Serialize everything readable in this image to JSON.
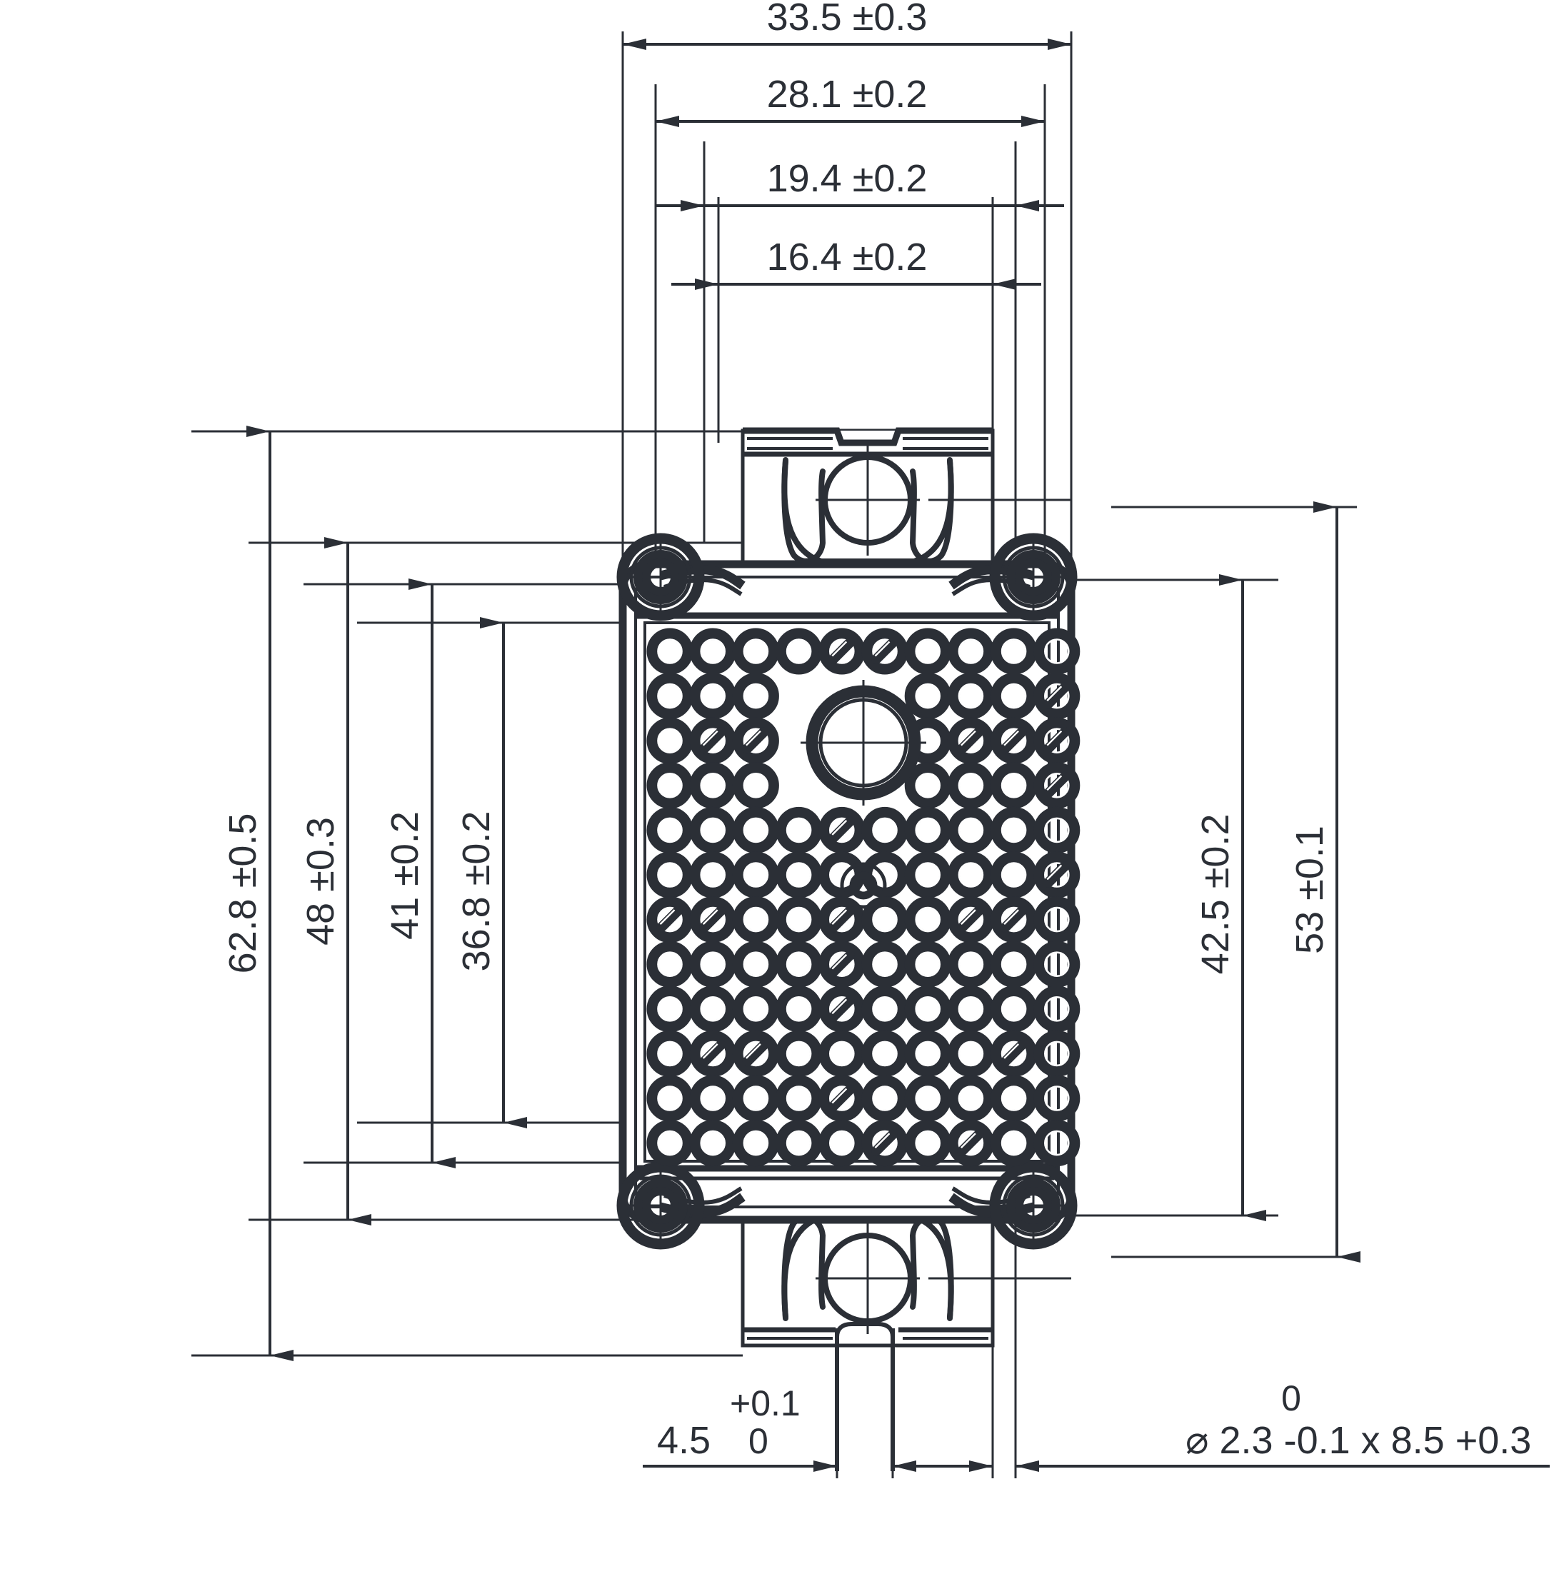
{
  "drawing": {
    "type": "engineering-dimension-drawing",
    "title": "Connector housing / pin-grid module outline drawing",
    "units": "mm",
    "line_color": "#2b2f36",
    "background": "#ffffff"
  },
  "dimensions": {
    "horizontal": [
      {
        "id": "dim-33-5",
        "label": "33.5 ±0.3",
        "value": 33.5,
        "tolerance": "±0.3"
      },
      {
        "id": "dim-28-1",
        "label": "28.1 ±0.2",
        "value": 28.1,
        "tolerance": "±0.2"
      },
      {
        "id": "dim-19-4",
        "label": "19.4 ±0.2",
        "value": 19.4,
        "tolerance": "±0.2"
      },
      {
        "id": "dim-16-4",
        "label": "16.4 ±0.2",
        "value": 16.4,
        "tolerance": "±0.2"
      }
    ],
    "vertical_left": [
      {
        "id": "dim-62-8",
        "label": "62.8 ±0.5",
        "value": 62.8,
        "tolerance": "±0.5"
      },
      {
        "id": "dim-48",
        "label": "48 ±0.3",
        "value": 48,
        "tolerance": "±0.3"
      },
      {
        "id": "dim-41",
        "label": "41 ±0.2",
        "value": 41,
        "tolerance": "±0.2"
      },
      {
        "id": "dim-36-8",
        "label": "36.8 ±0.2",
        "value": 36.8,
        "tolerance": "±0.2"
      }
    ],
    "vertical_right": [
      {
        "id": "dim-42-5",
        "label": "42.5 ±0.2",
        "value": 42.5,
        "tolerance": "±0.2"
      },
      {
        "id": "dim-53",
        "label": "53 ±0.1",
        "value": 53,
        "tolerance": "±0.1"
      }
    ],
    "bottom_left_note": {
      "id": "note-4-5",
      "value": "4.5",
      "tol_upper": "+0.1",
      "tol_lower": "0"
    },
    "bottom_right_note": {
      "id": "note-dia-2-3",
      "tol_upper": "0",
      "text": "⌀ 2.3 -0.1 x 8.5 +0.3",
      "diameter_symbol": "⌀",
      "diameter": "2.3",
      "diameter_tol_lower": "-0.1",
      "separator": "x",
      "length": "8.5",
      "length_tol_upper": "+0.3"
    }
  },
  "part": {
    "body": {
      "name": "main-housing-body",
      "corner_mount_holes": 4,
      "center_boss_hole": 1,
      "small_center_pin": 1
    },
    "pin_grid": {
      "name": "pin-grid-array",
      "columns": 10,
      "rows": 12,
      "note": "rows 2-4 columns 4-6 replaced by large center boss"
    },
    "brackets": {
      "top": {
        "name": "top-mount-bracket",
        "slot": "U-slot with circular clearance hole"
      },
      "bottom": {
        "name": "bottom-mount-bracket",
        "slot": "U-slot with circular clearance hole"
      }
    }
  }
}
